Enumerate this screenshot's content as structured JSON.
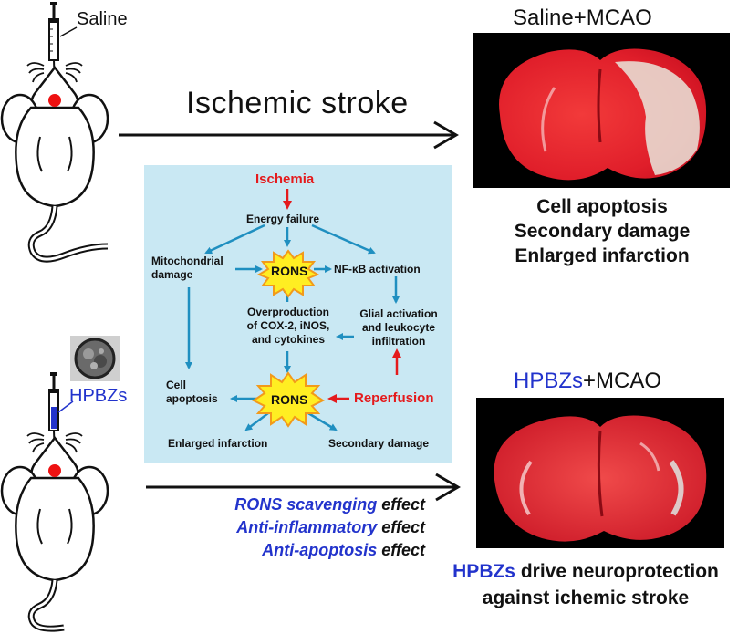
{
  "mice": {
    "top_label": "Saline",
    "bottom_label": "HPBZs"
  },
  "top_arrow_label": "Ischemic stroke",
  "brain_top": {
    "title": "Saline+MCAO",
    "outcomes": [
      "Cell apoptosis",
      "Secondary damage",
      "Enlarged infarction"
    ]
  },
  "brain_bottom": {
    "title_part1": "HPBZs",
    "title_part2": "+MCAO"
  },
  "effects": [
    {
      "emph": "RONS scavenging",
      "rest": " effect"
    },
    {
      "emph": "Anti-inflammatory",
      "rest": " effect"
    },
    {
      "emph": "Anti-apoptosis",
      "rest": " effect"
    }
  ],
  "final": {
    "line1_emph": "HPBZs",
    "line1_rest": " drive neuroprotection",
    "line2": "against ichemic stroke"
  },
  "panel": {
    "ischemia": "Ischemia",
    "energy_failure": "Energy failure",
    "mito_line1": "Mitochondrial",
    "mito_line2": "damage",
    "rons": "RONS",
    "nfkb": "NF-κB activation",
    "over_line1": "Overproduction",
    "over_line2": "of COX-2, iNOS,",
    "over_line3": "and cytokines",
    "glial_line1": "Glial activation",
    "glial_line2": "and leukocyte",
    "glial_line3": "infiltration",
    "cell_line1": "Cell",
    "cell_line2": "apoptosis",
    "reperfusion": "Reperfusion",
    "enlarged": "Enlarged infarction",
    "secondary": "Secondary damage"
  },
  "colors": {
    "panel_bg": "#c9e8f3",
    "flow_arrow": "#1f8fc0",
    "red": "#e41a1c",
    "blue_text": "#2233cc",
    "star_fill": "#ffee22",
    "star_stroke": "#f29a1a"
  }
}
